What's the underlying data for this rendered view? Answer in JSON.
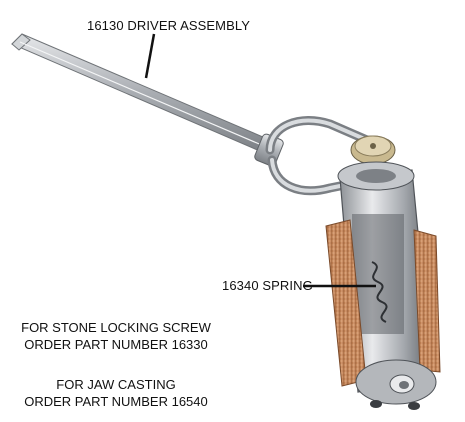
{
  "callouts": {
    "driver_assembly": "16130 DRIVER ASSEMBLY",
    "spring": "16340 SPRING"
  },
  "notes": {
    "stone_locking_screw": {
      "line1": "FOR STONE LOCKING SCREW",
      "line2": "ORDER PART NUMBER 16330"
    },
    "jaw_casting": {
      "line1": "FOR JAW CASTING",
      "line2": "ORDER PART NUMBER 16540"
    }
  },
  "colors": {
    "steel": "#b9bcc0",
    "stone": "#c98a5c",
    "leader": "#111111"
  }
}
